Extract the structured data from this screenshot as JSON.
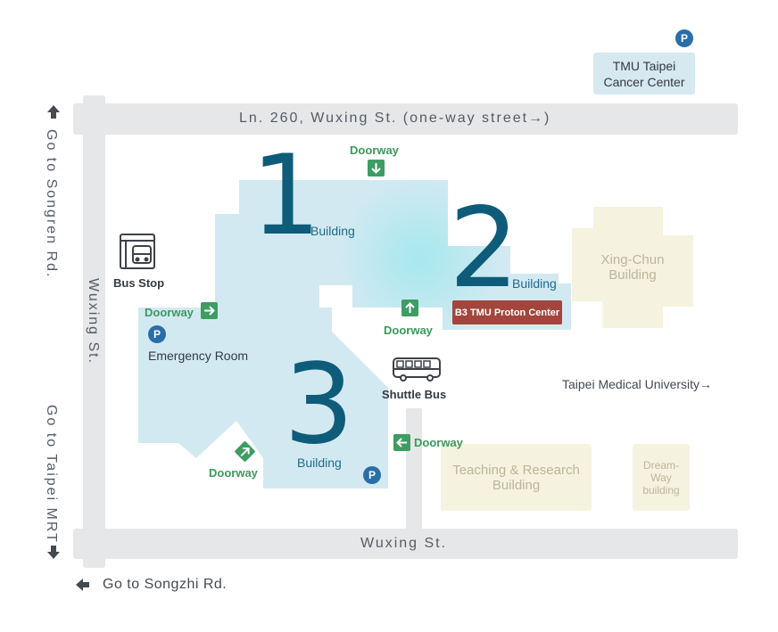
{
  "roads": {
    "top": "Ln. 260, Wuxing St. (one-way street→)",
    "bottom": "Wuxing St.",
    "left_vertical": "Wuxing St."
  },
  "directions": {
    "songren": "Go to Songren Rd.",
    "taipei_mrt": "Go to Taipei MRT",
    "songzhi": "Go to Songzhi Rd.",
    "tmu": "Taipei Medical University→"
  },
  "buildings": {
    "b1": {
      "number": "1",
      "label": "Building"
    },
    "b2": {
      "number": "2",
      "label": "Building"
    },
    "b3": {
      "number": "3",
      "label": "Building"
    }
  },
  "proton_center": "B3  TMU Proton Center",
  "cancer_center": {
    "line1": "TMU Taipei",
    "line2": "Cancer Center"
  },
  "other_buildings": {
    "xing_chun": {
      "line1": "Xing-Chun",
      "line2": "Building"
    },
    "teaching": {
      "line1": "Teaching & Research",
      "line2": "Building"
    },
    "dream": {
      "line1": "Dream-",
      "line2": "Way",
      "line3": "building"
    }
  },
  "doorway": "Doorway",
  "bus_stop": "Bus Stop",
  "shuttle_bus": "Shuttle Bus",
  "emergency_room": "Emergency Room",
  "parking": "P",
  "icons": [
    "bus-stop-icon",
    "shuttle-bus-icon",
    "parking-icon",
    "doorway-arrow-icon",
    "direction-arrow-icon"
  ],
  "colors": {
    "road": "#e6e7e8",
    "campus": "#d3e9f2",
    "highlight": "#aee6ec",
    "building_number": "#0e5c7a",
    "doorway": "#3d9d63",
    "parking": "#2a6ea8",
    "proton": "#a3453d",
    "other_building": "#f5f2df"
  }
}
